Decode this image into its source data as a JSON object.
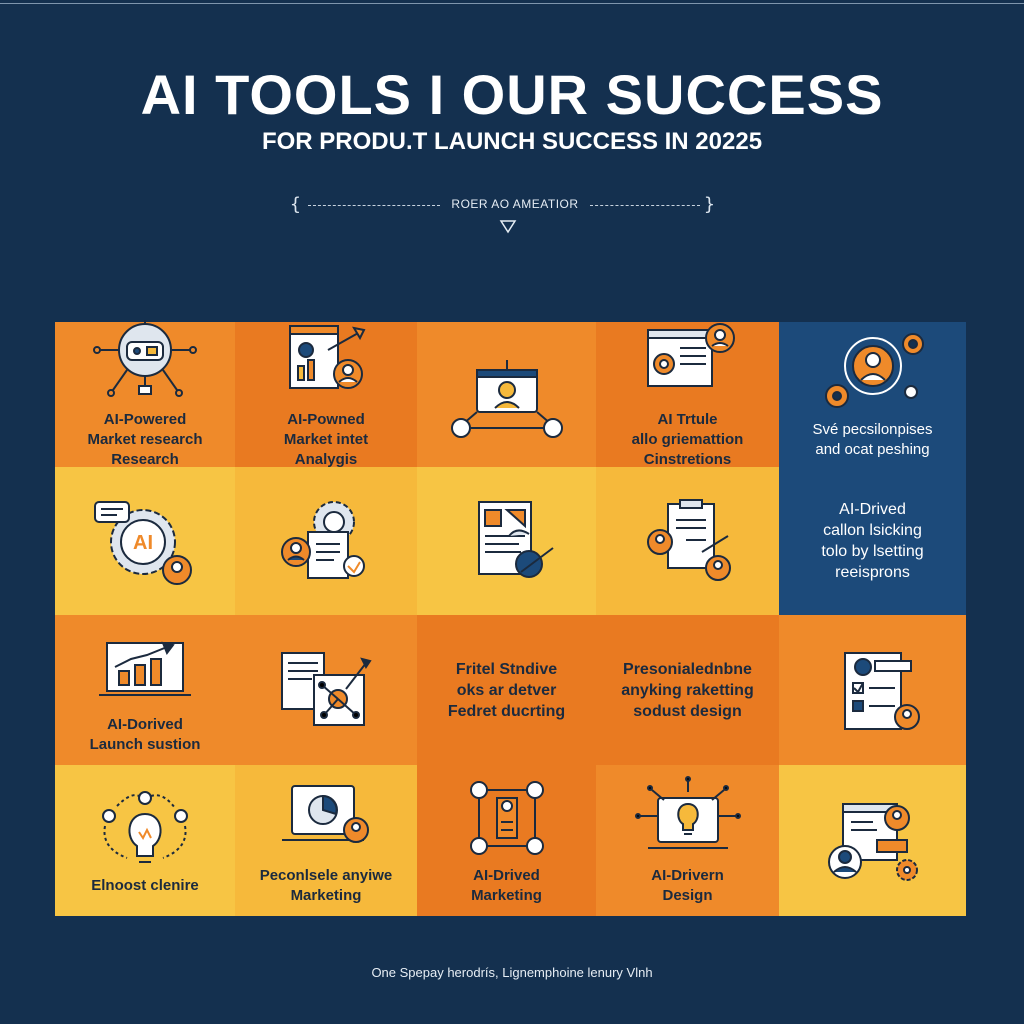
{
  "header": {
    "title": "AI TOOLS I OUR SUCCESS",
    "subtitle": "FOR PRODU.T LAUNCH SUCCESS IN 20225",
    "divider_label": "ROER AO AMEATIOR"
  },
  "colors": {
    "background": "#14304f",
    "orange": "#ef8a2a",
    "yellow": "#f6b93b",
    "blue": "#1c4a7a",
    "dark_text": "#1b2a3e"
  },
  "grid": {
    "row1": [
      {
        "label": "AI-Powered\nMarket research\nResearch",
        "icon": "robot-network-icon"
      },
      {
        "label": "AI-Powned\nMarket intet\nAnalygis",
        "icon": "document-growth-icon"
      },
      {
        "label": "",
        "icon": "user-presentation-icon"
      },
      {
        "label": "AI Trtule\nallo griemattion\nCinstretions",
        "icon": "browser-gear-icon"
      },
      {
        "label": "Své pecsilonpises\nand ocat peshing",
        "icon": "gear-person-icon"
      }
    ],
    "row2": [
      {
        "label": "",
        "icon": "ai-chat-gear-icon",
        "badge": "AI"
      },
      {
        "label": "",
        "icon": "gear-document-user-icon"
      },
      {
        "label": "",
        "icon": "document-pen-icon"
      },
      {
        "label": "",
        "icon": "clipboard-users-icon"
      },
      {
        "label": "AI-Drived\ncallon lsicking\ntolo by lsetting\nreeisprons",
        "icon": ""
      }
    ],
    "row3": [
      {
        "label": "AI-Dorived\nLaunch sustion",
        "icon": "bar-chart-laptop-icon"
      },
      {
        "label": "",
        "icon": "document-network-icon"
      },
      {
        "label": "Fritel Stndive\noks ar detver\nFedret ducrting",
        "icon": ""
      },
      {
        "label": "Presonialednbne\nanyking raketting\nsodust design",
        "icon": ""
      },
      {
        "label": "",
        "icon": "checklist-user-icon"
      }
    ],
    "row4": [
      {
        "label": "Elnoost clenire",
        "icon": "lightbulb-cycle-icon"
      },
      {
        "label": "Peconlsele anyiwe\nMarketing",
        "icon": "laptop-chart-icon"
      },
      {
        "label": "AI-Drived\nMarketing",
        "icon": "network-users-icon"
      },
      {
        "label": "AI-Drivern\nDesign",
        "icon": "laptop-lightbulb-icon"
      },
      {
        "label": "",
        "icon": "document-users-gear-icon"
      }
    ]
  },
  "footer": {
    "text": "One Spepay herodrís, Lignemphoine lenury Vlnh"
  }
}
